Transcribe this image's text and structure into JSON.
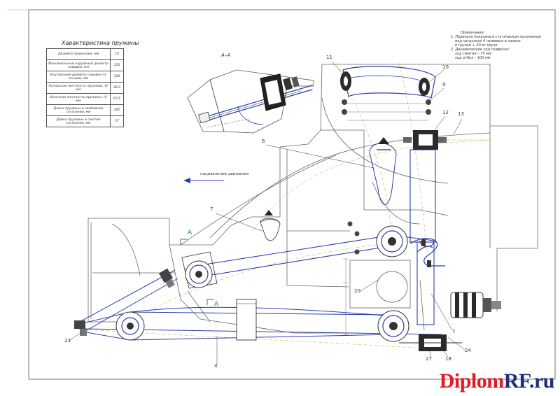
{
  "spec_table": {
    "title": "Характеристика пружины",
    "rows": [
      {
        "param": "Диаметр проволоки, мм",
        "value": "10"
      },
      {
        "param": "Максимальный наружный диаметр навивки, мм",
        "value": "150"
      },
      {
        "param": "Внутренний диаметр навивки по концам, мм",
        "value": "100"
      },
      {
        "param": "Начальная жесткость пружины, Н/мм",
        "value": "28.9"
      },
      {
        "param": "Конечная жесткость пружины, Н/мм",
        "value": "67.6"
      },
      {
        "param": "Длина пружины в свободном состоянии, мм",
        "value": "385"
      },
      {
        "param": "Длина пружины в сжатом состоянии, мм",
        "value": "57"
      }
    ]
  },
  "section_label": "A–A",
  "cut_marker": "A",
  "direction_label": "направление движения",
  "notes": [
    "Примечания:",
    "1. Подвеска показана в статическом положении",
    "под нагрузкой 4 человека в салоне",
    "и грузом + 50 кг груза",
    "2. Динамические ход подвески:",
    "ход сжатия – 75 мм",
    "ход отбоя – 100 мм"
  ],
  "callouts": [
    "11",
    "10",
    "9",
    "12",
    "13",
    "6",
    "7",
    "20",
    "1",
    "24",
    "27",
    "18",
    "4",
    "23"
  ],
  "watermark": {
    "part1": "Diplom",
    "part2": "RF.ru"
  }
}
